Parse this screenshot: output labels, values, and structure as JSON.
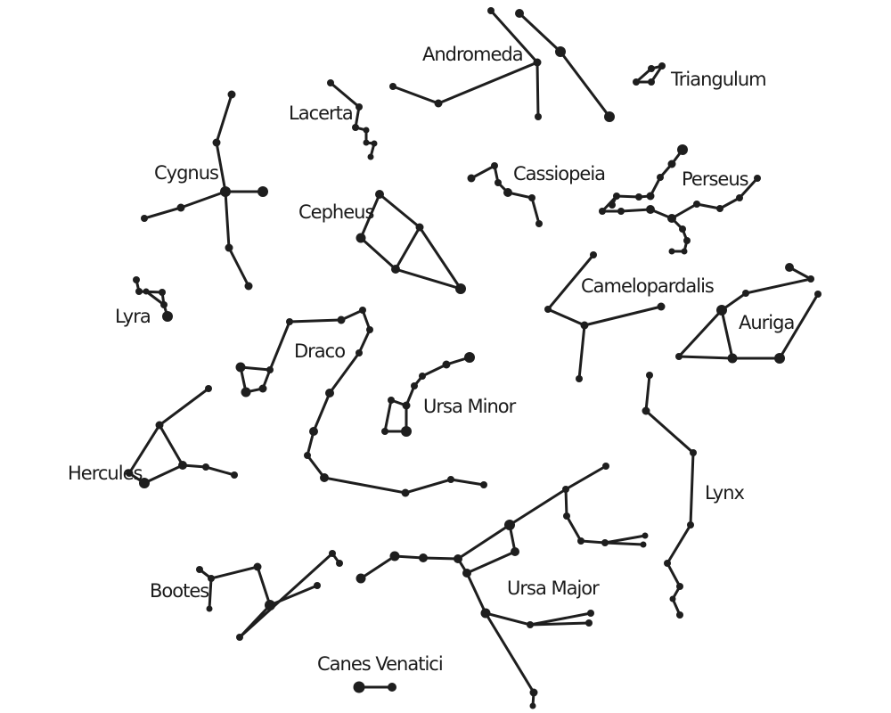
{
  "constellations": [
    {
      "key": "andromeda",
      "label": "Andromeda"
    },
    {
      "key": "triangulum",
      "label": "Triangulum"
    },
    {
      "key": "lacerta",
      "label": "Lacerta"
    },
    {
      "key": "cygnus",
      "label": "Cygnus"
    },
    {
      "key": "cassiopeia",
      "label": "Cassiopeia"
    },
    {
      "key": "perseus",
      "label": "Perseus"
    },
    {
      "key": "cepheus",
      "label": "Cepheus"
    },
    {
      "key": "camelopardalis",
      "label": "Camelopardalis"
    },
    {
      "key": "lyra",
      "label": "Lyra"
    },
    {
      "key": "auriga",
      "label": "Auriga"
    },
    {
      "key": "draco",
      "label": "Draco"
    },
    {
      "key": "ursa-minor",
      "label": "Ursa Minor"
    },
    {
      "key": "hercules",
      "label": "Hercules"
    },
    {
      "key": "lynx",
      "label": "Lynx"
    },
    {
      "key": "bootes",
      "label": "Bootes"
    },
    {
      "key": "ursa-major",
      "label": "Ursa Major"
    },
    {
      "key": "canes-venatici",
      "label": "Canes Venatici"
    }
  ]
}
